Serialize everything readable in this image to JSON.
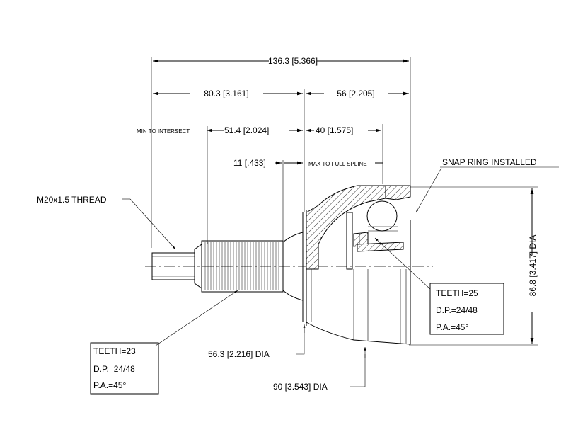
{
  "dimensions": {
    "overall_length": "136.3 [5.366]",
    "length_to_intersect": "80.3 [3.161]",
    "length_outer": "56 [2.205]",
    "intersect_to_spline": "51.4 [2.024]",
    "spline_length": "40 [1.575]",
    "shoulder": "11 [.433]",
    "housing_dia": "86.8 [3.417] DIA",
    "neck_dia": "56.3 [2.216] DIA",
    "body_dia": "90 [3.543] DIA"
  },
  "notes": {
    "min_to_intersect": "MIN TO INTERSECT",
    "max_to_full_spline": "MAX TO FULL SPLINE",
    "snap_ring": "SNAP RING INSTALLED",
    "thread": "M20x1.5 THREAD"
  },
  "outer_spline": {
    "teeth": "TEETH=23",
    "dp": "D.P.=24/48",
    "pa": "P.A.=45°"
  },
  "inner_spline": {
    "teeth": "TEETH=25",
    "dp": "D.P.=24/48",
    "pa": "P.A.=45°"
  }
}
